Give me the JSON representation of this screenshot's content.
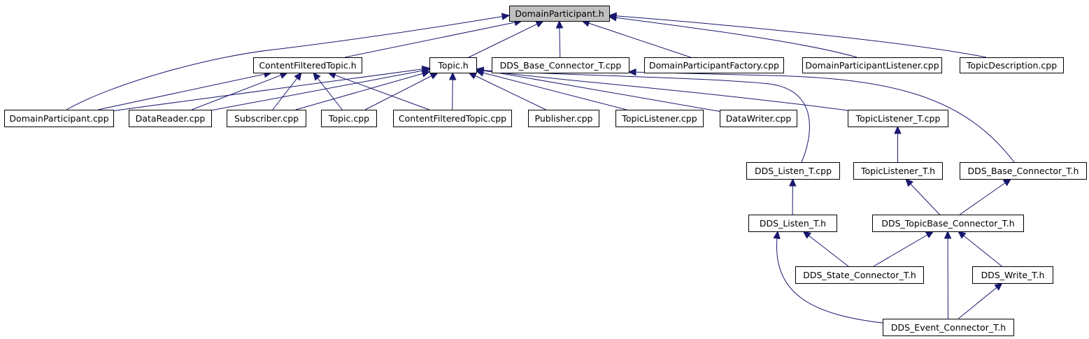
{
  "colors": {
    "edge": "#191970",
    "node_border": "#000000",
    "root_fill": "#bfbfbf",
    "node_fill": "#ffffff"
  },
  "nodes": {
    "domainparticipant_h": "DomainParticipant.h",
    "contentfilteredtopic_h": "ContentFilteredTopic.h",
    "topic_h": "Topic.h",
    "dds_base_connector_t_cpp": "DDS_Base_Connector_T.cpp",
    "domainparticipantfactory_cpp": "DomainParticipantFactory.cpp",
    "domainparticipantlistener_cpp": "DomainParticipantListener.cpp",
    "topicdescription_cpp": "TopicDescription.cpp",
    "domainparticipant_cpp": "DomainParticipant.cpp",
    "datareader_cpp": "DataReader.cpp",
    "subscriber_cpp": "Subscriber.cpp",
    "topic_cpp": "Topic.cpp",
    "contentfilteredtopic_cpp": "ContentFilteredTopic.cpp",
    "publisher_cpp": "Publisher.cpp",
    "topiclistener_cpp": "TopicListener.cpp",
    "datawriter_cpp": "DataWriter.cpp",
    "topiclistener_t_cpp": "TopicListener_T.cpp",
    "dds_listen_t_cpp": "DDS_Listen_T.cpp",
    "topiclistener_t_h": "TopicListener_T.h",
    "dds_base_connector_t_h": "DDS_Base_Connector_T.h",
    "dds_listen_t_h": "DDS_Listen_T.h",
    "dds_topicbase_connector_t_h": "DDS_TopicBase_Connector_T.h",
    "dds_state_connector_t_h": "DDS_State_Connector_T.h",
    "dds_write_t_h": "DDS_Write_T.h",
    "dds_event_connector_t_h": "DDS_Event_Connector_T.h"
  },
  "edges": [
    [
      "contentfilteredtopic_h",
      "domainparticipant_h"
    ],
    [
      "topic_h",
      "domainparticipant_h"
    ],
    [
      "dds_base_connector_t_cpp",
      "domainparticipant_h"
    ],
    [
      "domainparticipantfactory_cpp",
      "domainparticipant_h"
    ],
    [
      "domainparticipantlistener_cpp",
      "domainparticipant_h"
    ],
    [
      "topicdescription_cpp",
      "domainparticipant_h"
    ],
    [
      "domainparticipant_cpp",
      "domainparticipant_h"
    ],
    [
      "domainparticipant_cpp",
      "contentfilteredtopic_h"
    ],
    [
      "datareader_cpp",
      "contentfilteredtopic_h"
    ],
    [
      "subscriber_cpp",
      "contentfilteredtopic_h"
    ],
    [
      "topic_cpp",
      "contentfilteredtopic_h"
    ],
    [
      "contentfilteredtopic_cpp",
      "contentfilteredtopic_h"
    ],
    [
      "domainparticipant_cpp",
      "topic_h"
    ],
    [
      "datareader_cpp",
      "topic_h"
    ],
    [
      "subscriber_cpp",
      "topic_h"
    ],
    [
      "topic_cpp",
      "topic_h"
    ],
    [
      "contentfilteredtopic_cpp",
      "topic_h"
    ],
    [
      "publisher_cpp",
      "topic_h"
    ],
    [
      "topiclistener_cpp",
      "topic_h"
    ],
    [
      "datawriter_cpp",
      "topic_h"
    ],
    [
      "topiclistener_t_cpp",
      "topic_h"
    ],
    [
      "dds_listen_t_cpp",
      "topic_h"
    ],
    [
      "dds_base_connector_t_h",
      "dds_base_connector_t_cpp"
    ],
    [
      "topiclistener_t_h",
      "topiclistener_t_cpp"
    ],
    [
      "dds_listen_t_h",
      "dds_listen_t_cpp"
    ],
    [
      "dds_topicbase_connector_t_h",
      "topiclistener_t_h"
    ],
    [
      "dds_topicbase_connector_t_h",
      "dds_base_connector_t_h"
    ],
    [
      "dds_state_connector_t_h",
      "dds_listen_t_h"
    ],
    [
      "dds_event_connector_t_h",
      "dds_listen_t_h"
    ],
    [
      "dds_state_connector_t_h",
      "dds_topicbase_connector_t_h"
    ],
    [
      "dds_write_t_h",
      "dds_topicbase_connector_t_h"
    ],
    [
      "dds_event_connector_t_h",
      "dds_topicbase_connector_t_h"
    ],
    [
      "dds_event_connector_t_h",
      "dds_write_t_h"
    ]
  ]
}
